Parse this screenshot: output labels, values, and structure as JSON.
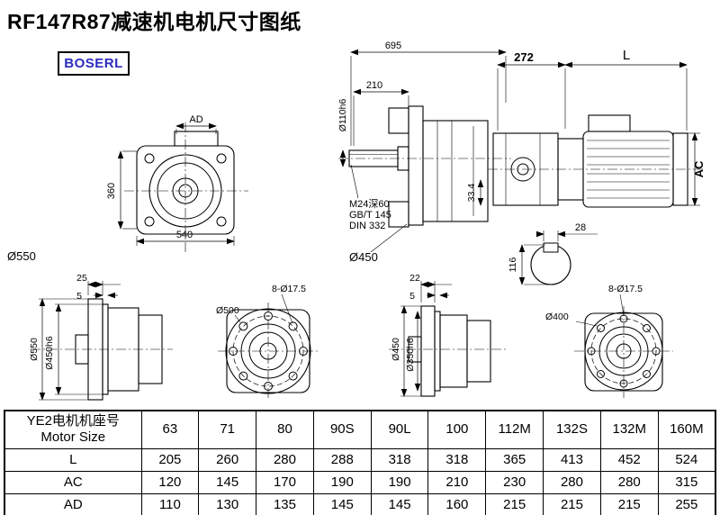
{
  "page": {
    "title": "RF147R87减速机电机尺寸图纸",
    "brand": "BOSERL"
  },
  "top_views": {
    "dim_695": "695",
    "dim_210": "210",
    "shaft_dia": "Ø110h6",
    "thread_note_1": "M24深60",
    "thread_note_2": "GB/T 145",
    "thread_note_3": "DIN 332",
    "key_334": "33.4",
    "mid_flange_label": "Ø450",
    "dim_272": "272",
    "dim_L": "L",
    "dim_AC": "AC",
    "dim_28": "28",
    "dim_116": "116",
    "dim_AD": "AD",
    "dim_360": "360",
    "dim_540": "540",
    "front_flange_label": "Ø550"
  },
  "bottom_views": {
    "v1_dim_25": "25",
    "v1_dim_5": "5",
    "v1_od": "Ø550",
    "v1_spigot": "Ø450h6",
    "v2_holes": "8-Ø17.5",
    "v2_od": "Ø500",
    "v3_dim_22": "22",
    "v3_dim_5": "5",
    "v3_od": "Ø450",
    "v3_spigot": "Ø350h6",
    "v4_od": "Ø400",
    "v4_holes": "8-Ø17.5"
  },
  "table": {
    "header_line1": "YE2电机机座号",
    "header_line2": "Motor Size",
    "motor_sizes": [
      "63",
      "71",
      "80",
      "90S",
      "90L",
      "100",
      "112M",
      "132S",
      "132M",
      "160M"
    ],
    "rows": [
      {
        "label": "L",
        "values": [
          "205",
          "260",
          "280",
          "288",
          "318",
          "318",
          "365",
          "413",
          "452",
          "524"
        ]
      },
      {
        "label": "AC",
        "values": [
          "120",
          "145",
          "170",
          "190",
          "190",
          "210",
          "230",
          "280",
          "280",
          "315"
        ]
      },
      {
        "label": "AD",
        "values": [
          "110",
          "130",
          "135",
          "145",
          "145",
          "160",
          "215",
          "215",
          "215",
          "255"
        ]
      }
    ]
  }
}
